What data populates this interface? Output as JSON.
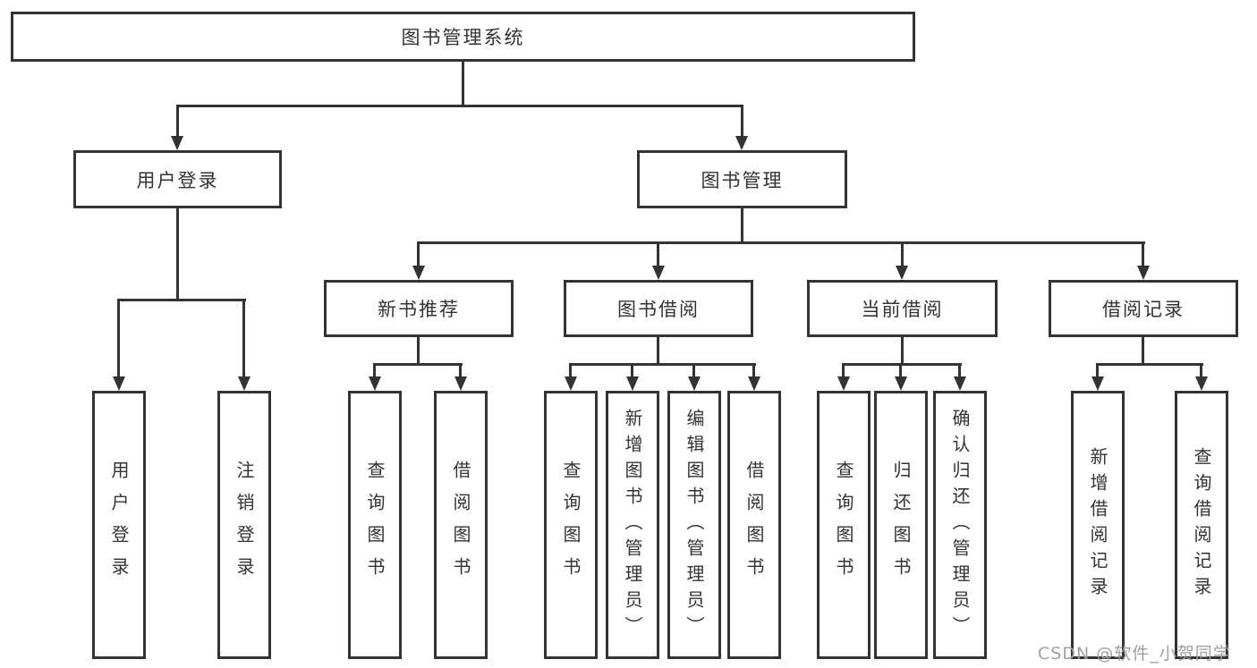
{
  "diagram_title": "图书管理系统",
  "tree": {
    "root": {
      "label": "图书管理系统"
    },
    "branches": [
      {
        "label": "用户登录",
        "children": [
          {
            "label": "用户登录"
          },
          {
            "label": "注销登录"
          }
        ]
      },
      {
        "label": "图书管理",
        "children": [
          {
            "label": "新书推荐",
            "children": [
              {
                "label": "查询图书"
              },
              {
                "label": "借阅图书"
              }
            ]
          },
          {
            "label": "图书借阅",
            "children": [
              {
                "label": "查询图书"
              },
              {
                "label": "新增图书（管理员）"
              },
              {
                "label": "编辑图书（管理员）"
              },
              {
                "label": "借阅图书"
              }
            ]
          },
          {
            "label": "当前借阅",
            "children": [
              {
                "label": "查询图书"
              },
              {
                "label": "归还图书"
              },
              {
                "label": "确认归还（管理员）"
              }
            ]
          },
          {
            "label": "借阅记录",
            "children": [
              {
                "label": "新增借阅记录"
              },
              {
                "label": "查询借阅记录"
              }
            ]
          }
        ]
      }
    ]
  },
  "watermark": "CSDN @软件_小贺同学",
  "colors": {
    "line": "#333333",
    "box_border": "#333333",
    "text": "#333333",
    "background": "#ffffff",
    "watermark": "#a0a0a0"
  }
}
